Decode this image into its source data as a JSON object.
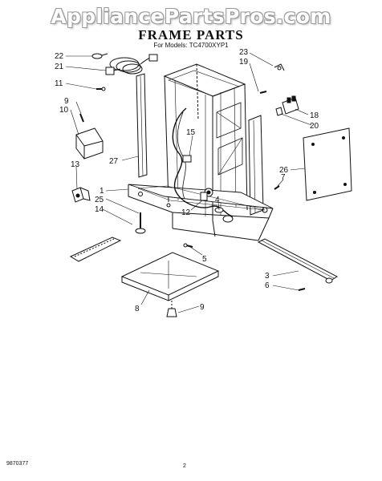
{
  "watermark": "AppliancePartsPros.com",
  "title": "FRAME PARTS",
  "subtitle": "For Models: TC4700XYP1",
  "footer": {
    "doc_number": "9870377",
    "page": "2"
  },
  "callouts": [
    "22",
    "21",
    "11",
    "9",
    "10",
    "27",
    "15",
    "13",
    "1",
    "25",
    "14",
    "12",
    "4",
    "5",
    "8",
    "9",
    "23",
    "19",
    "18",
    "20",
    "26",
    "7",
    "3",
    "6"
  ]
}
